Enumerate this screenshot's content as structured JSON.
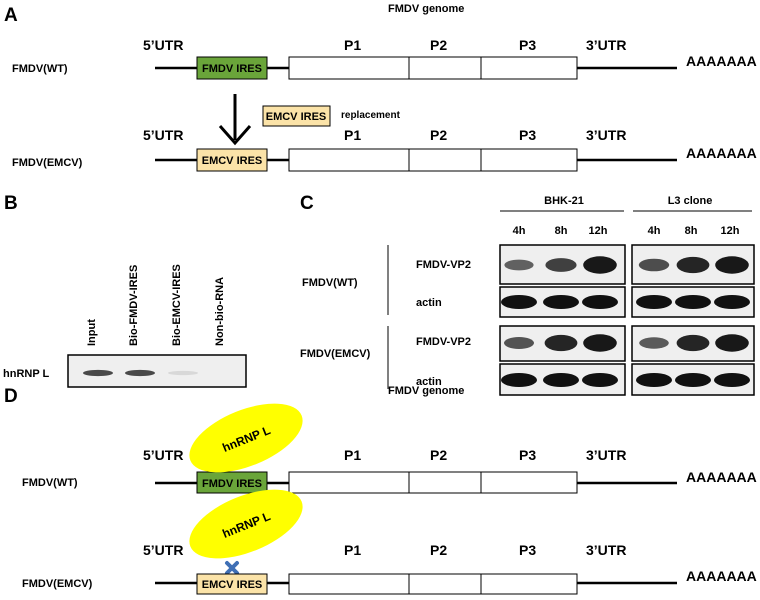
{
  "panel_a": {
    "letter": "A",
    "title": "FMDV  genome",
    "utr5": "5’UTR",
    "utr3": "3’UTR",
    "p1": "P1",
    "p2": "P2",
    "p3": "P3",
    "polyA": "AAAAAAA",
    "rows": [
      {
        "label": "FMDV(WT)",
        "ires": "FMDV IRES",
        "ires_color": "#6aa53a"
      },
      {
        "label": "FMDV(EMCV)",
        "ires": "EMCV IRES",
        "ires_color": "#fbe3a8"
      }
    ],
    "replace_box": "EMCV IRES",
    "replace_text": "replacement"
  },
  "panel_b": {
    "letter": "B",
    "lanes": [
      "Input",
      "Bio-FMDV-IRES",
      "Bio-EMCV-IRES",
      "Non-bio-RNA"
    ],
    "row_label": "hnRNP L",
    "band_intensity": [
      0.75,
      0.75,
      0.1,
      0.0
    ]
  },
  "panel_c": {
    "letter": "C",
    "groups": [
      "BHK-21",
      "L3 clone"
    ],
    "times": [
      "4h",
      "8h",
      "12h"
    ],
    "constructs": [
      {
        "label": "FMDV(WT)",
        "rows": [
          "FMDV-VP2",
          "actin"
        ]
      },
      {
        "label": "FMDV(EMCV)",
        "rows": [
          "FMDV-VP2",
          "actin"
        ]
      }
    ],
    "vp2_intensity": {
      "wt_bhk": [
        0.4,
        0.65,
        0.95
      ],
      "wt_l3": [
        0.55,
        0.85,
        0.95
      ],
      "emcv_bhk": [
        0.5,
        0.85,
        0.95
      ],
      "emcv_l3": [
        0.45,
        0.85,
        0.95
      ]
    }
  },
  "panel_d": {
    "letter": "D",
    "title": "FMDV  genome",
    "utr5": "5’UTR",
    "utr3": "3’UTR",
    "p1": "P1",
    "p2": "P2",
    "p3": "P3",
    "polyA": "AAAAAAA",
    "protein": "hnRNP L",
    "protein_color": "#ffff00",
    "rows": [
      {
        "label": "FMDV(WT)",
        "ires": "FMDV IRES",
        "ires_color": "#6aa53a"
      },
      {
        "label": "FMDV(EMCV)",
        "ires": "EMCV IRES",
        "ires_color": "#fbe3a8"
      }
    ],
    "block_mark_color": "#3f6fb5"
  }
}
